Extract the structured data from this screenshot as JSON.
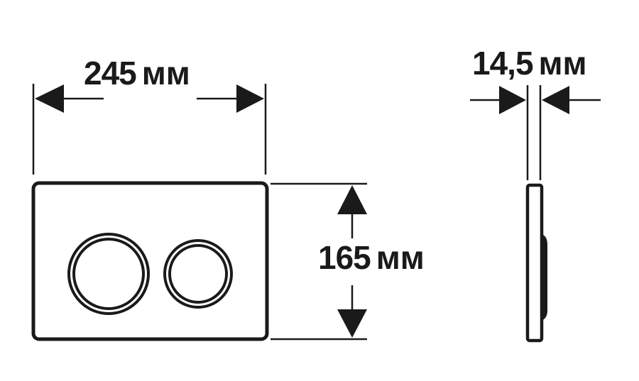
{
  "diagram": {
    "type": "dimension-drawing",
    "subject": "flush plate with two round buttons",
    "views": [
      {
        "name": "front-view",
        "buttons": 2
      },
      {
        "name": "side-view"
      }
    ],
    "dimensions": {
      "width": {
        "value": "245",
        "unit": "мм"
      },
      "height": {
        "value": "165",
        "unit": "мм"
      },
      "depth": {
        "value": "14,5",
        "unit": "мм"
      }
    },
    "colors": {
      "line": "#1a1a1a",
      "background": "#ffffff"
    }
  }
}
